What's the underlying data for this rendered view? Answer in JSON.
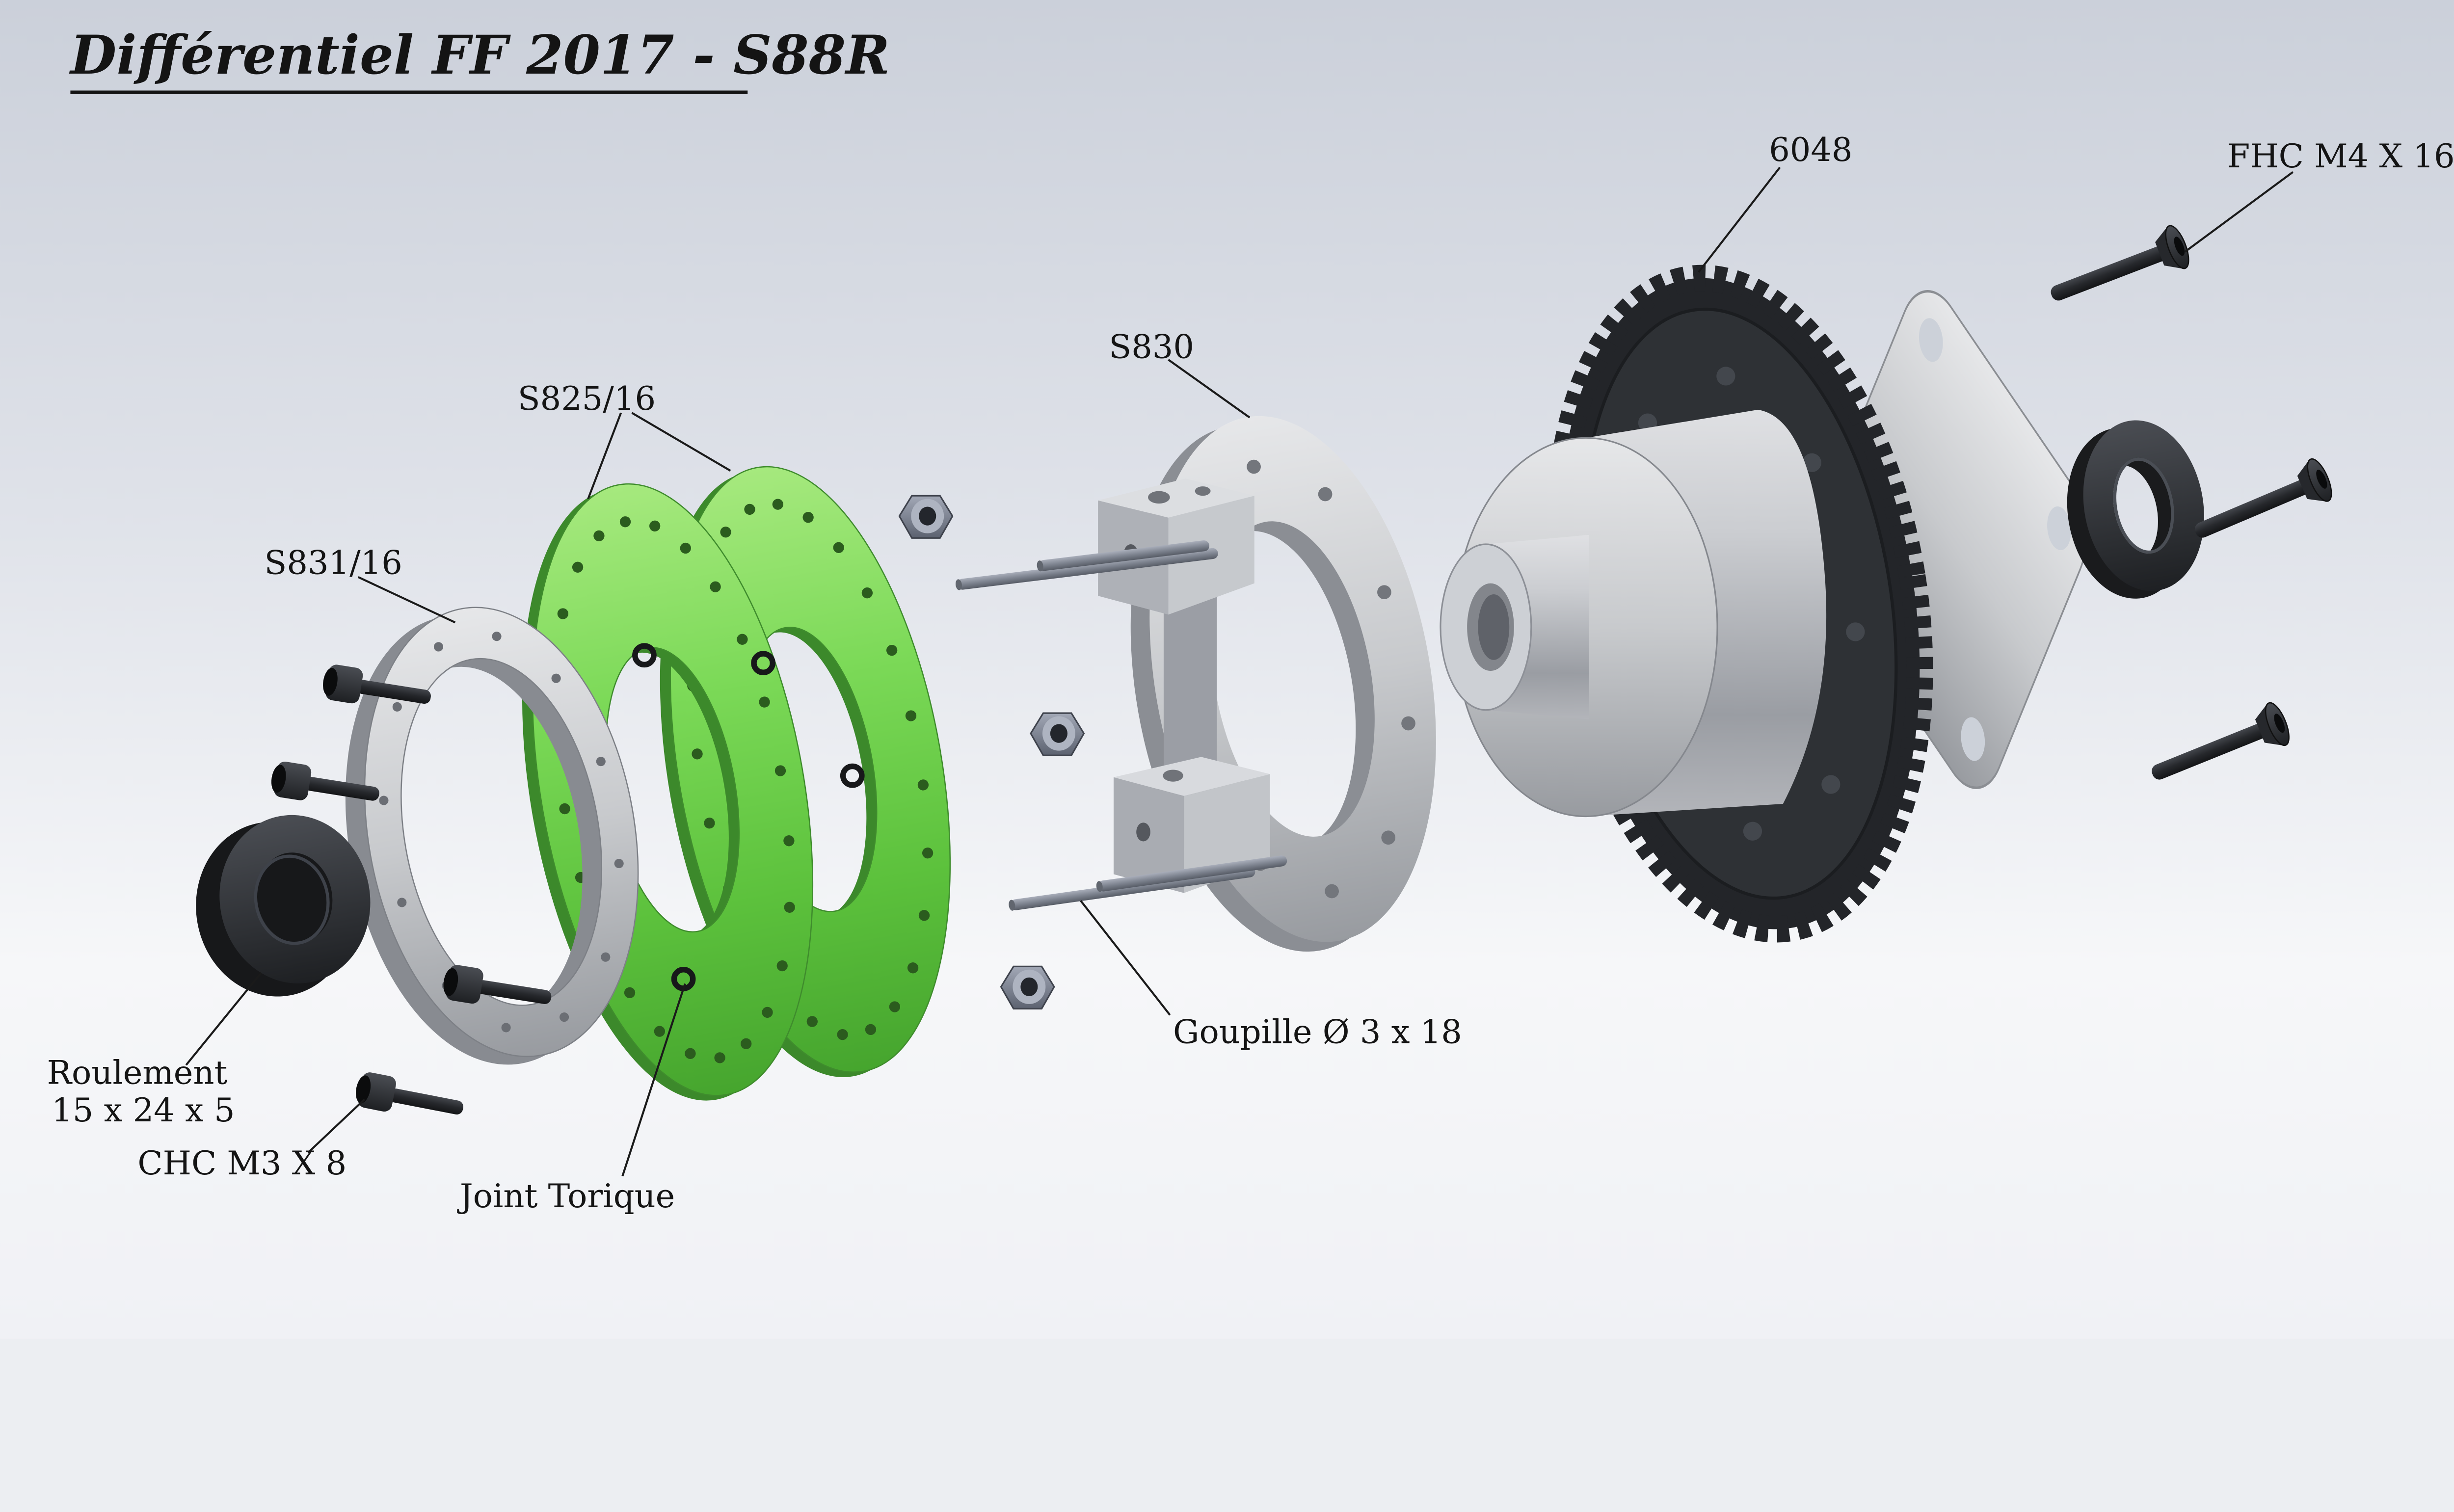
{
  "title": "Différentiel FF 2017 - S88R",
  "labels": {
    "gear": "6048",
    "fhc_screw": "FHC M4 X 16",
    "hub": "S830",
    "disc": "S825/16",
    "ring": "S831/16",
    "bearing_line1": "Roulement",
    "bearing_line2": "15 x 24 x 5",
    "chc_screw": "CHC M3 X 8",
    "oring": "Joint Torique",
    "pin": "Goupille Ø 3 x 18"
  },
  "colors": {
    "disc_green": "#5cc13c",
    "metal_gray": "#c8cacd",
    "dark_part": "#232529",
    "background_top": "#cbd0da",
    "background_bottom": "#f0f1f5",
    "text": "#141414"
  }
}
